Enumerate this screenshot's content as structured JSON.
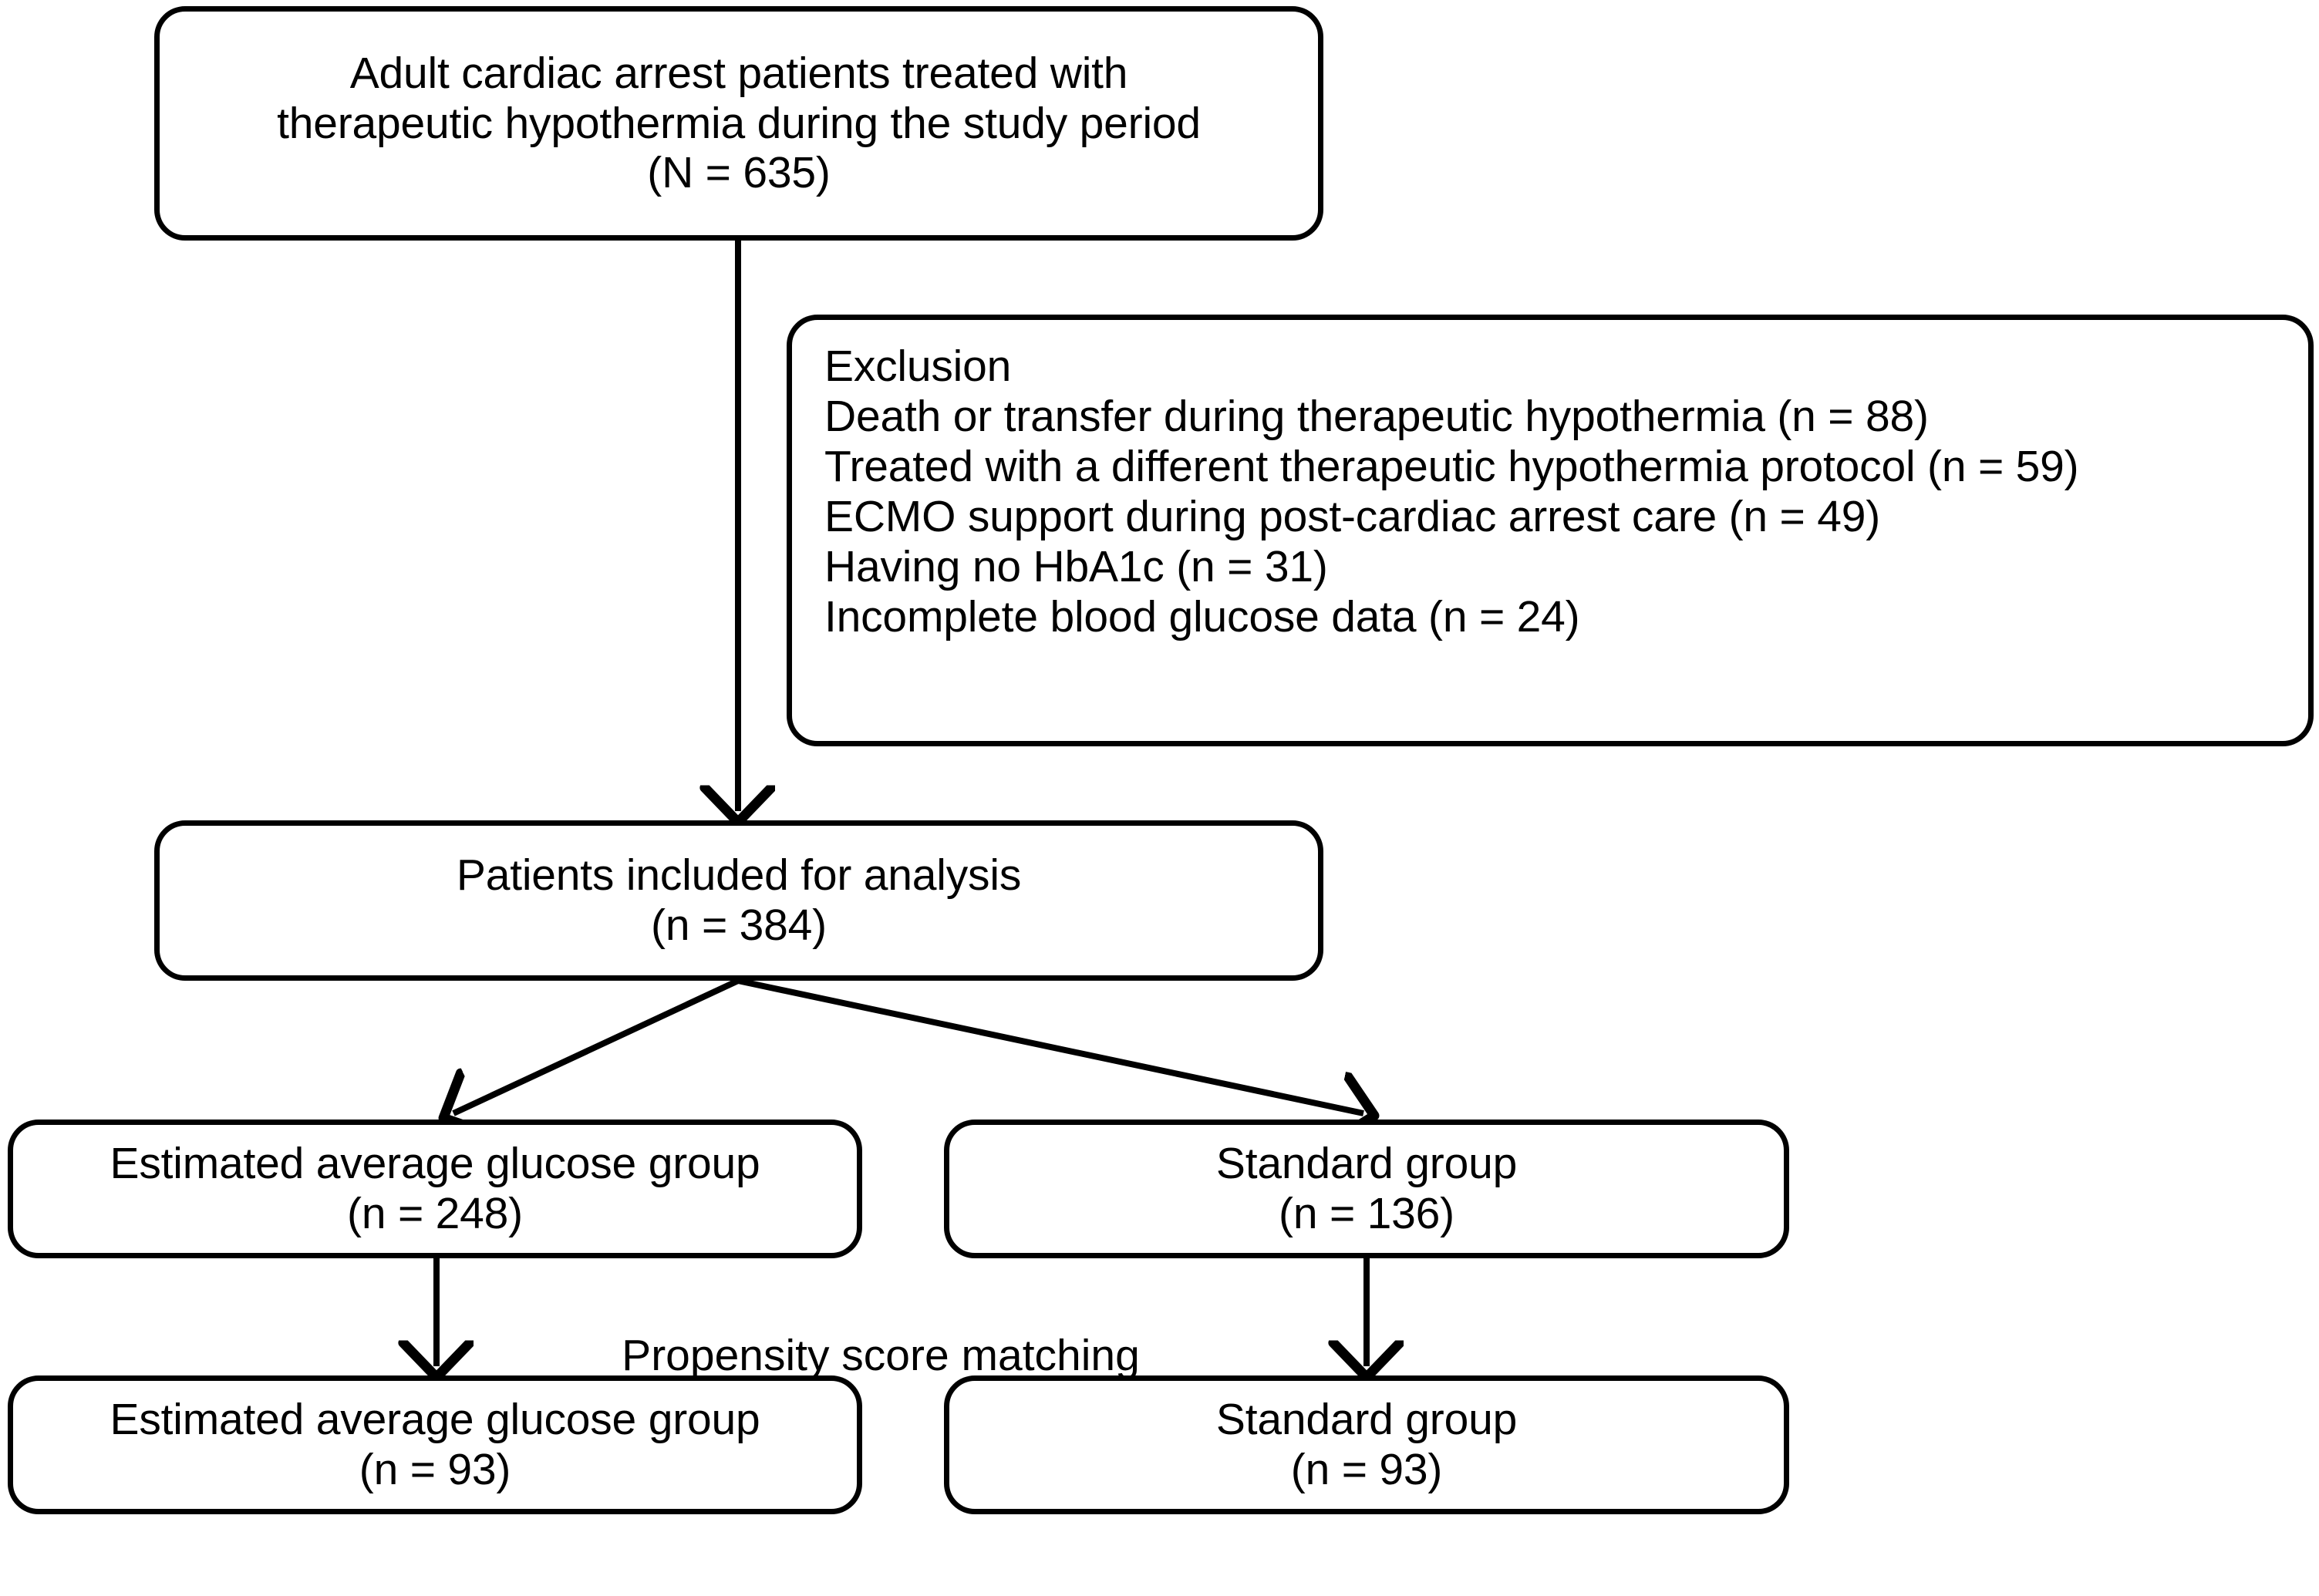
{
  "diagram": {
    "type": "flowchart",
    "title": "Study patient selection flow diagram",
    "line_color": "#000000",
    "background_color": "#ffffff",
    "nodes": {
      "enrollment": {
        "lines": [
          "Adult cardiac arrest patients treated with",
          "therapeutic hypothermia during the study period",
          "(N = 635)"
        ],
        "count_label": "N = 635",
        "count": 635
      },
      "exclusion": {
        "heading": "Exclusion",
        "items": [
          "Death or transfer during therapeutic hypothermia (n = 88)",
          "Treated with a different therapeutic hypothermia protocol (n = 59)",
          "ECMO support during post-cardiac arrest care (n = 49)",
          "Having no HbA1c (n = 31)",
          "Incomplete blood glucose data (n = 24)"
        ],
        "counts": [
          88,
          59,
          49,
          31,
          24
        ]
      },
      "included": {
        "lines": [
          "Patients included for analysis",
          "(n = 384)"
        ],
        "count_label": "n = 384",
        "count": 384
      },
      "eag_group": {
        "lines": [
          "Estimated average glucose group",
          "(n = 248)"
        ],
        "count_label": "n = 248",
        "count": 248
      },
      "standard_group": {
        "lines": [
          "Standard group",
          "(n = 136)"
        ],
        "count_label": "n = 136",
        "count": 136
      },
      "eag_group_matched": {
        "lines": [
          "Estimated average glucose group",
          "(n = 93)"
        ],
        "count_label": "n = 93",
        "count": 93
      },
      "standard_group_matched": {
        "lines": [
          "Standard group",
          "(n = 93)"
        ],
        "count_label": "n = 93",
        "count": 93
      }
    },
    "edge_labels": {
      "propensity_score_matching": "Propensity score matching"
    }
  }
}
